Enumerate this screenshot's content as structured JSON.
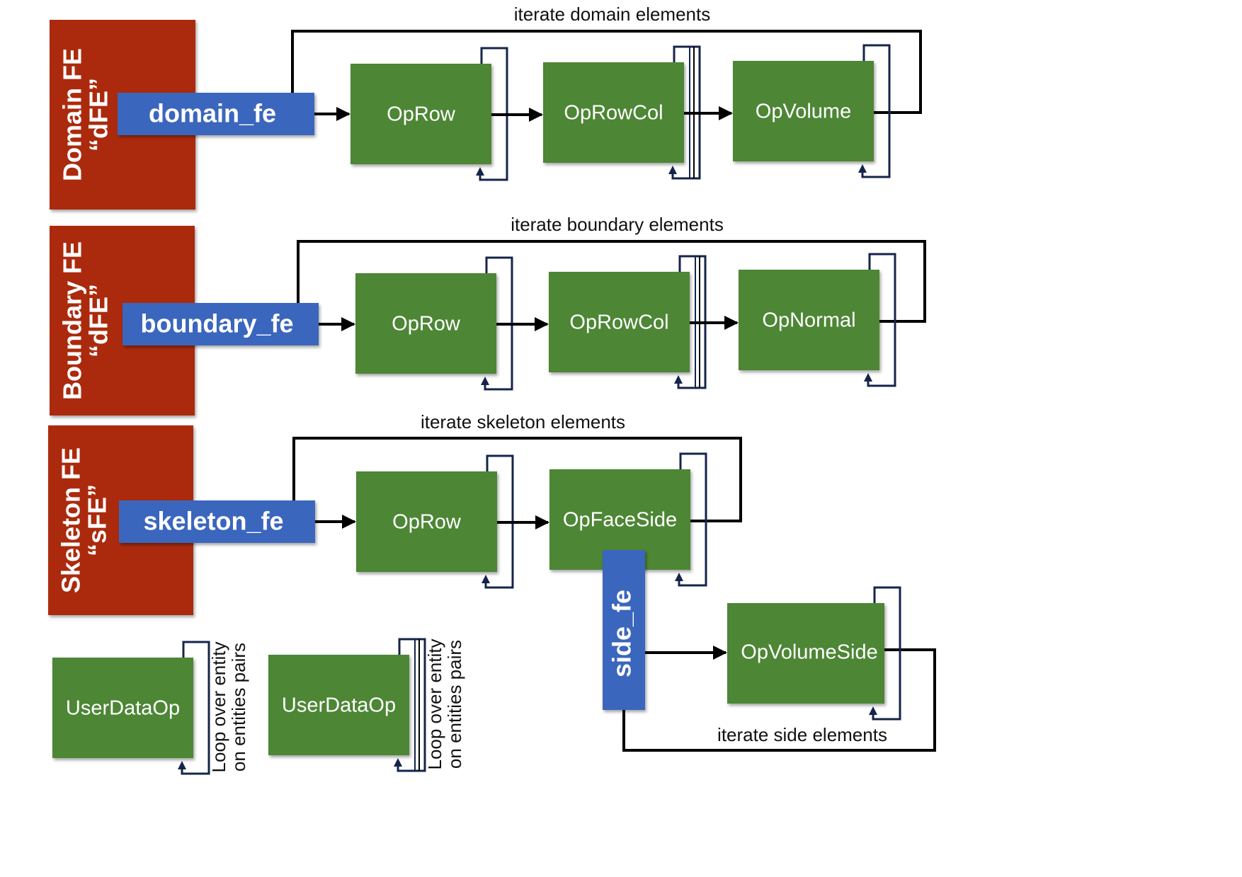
{
  "colors": {
    "fe_box": "#ab2a0b",
    "pipeline_box": "#3a66bd",
    "operator_box": "#4e8636",
    "loop_line": "#15244a",
    "flow_line": "#000000"
  },
  "rows": [
    {
      "id": "domain",
      "fe_title": "Domain FE",
      "fe_abbrev": "“dFE”",
      "pipeline": "domain_fe",
      "iterate_label": "iterate domain elements",
      "operators": [
        "OpRow",
        "OpRowCol",
        "OpVolume"
      ]
    },
    {
      "id": "boundary",
      "fe_title": "Boundary FE",
      "fe_abbrev": "“dFE”",
      "pipeline": "boundary_fe",
      "iterate_label": "iterate boundary elements",
      "operators": [
        "OpRow",
        "OpRowCol",
        "OpNormal"
      ]
    },
    {
      "id": "skeleton",
      "fe_title": "Skeleton FE",
      "fe_abbrev": "“sFE”",
      "pipeline": "skeleton_fe",
      "iterate_label": "iterate skeleton elements",
      "operators": [
        "OpRow",
        "OpFaceSide"
      ]
    }
  ],
  "side": {
    "pipeline": "side_fe",
    "operator": "OpVolumeSide",
    "iterate_label": "iterate side elements"
  },
  "legend": [
    {
      "operator": "UserDataOp",
      "note_line1": "Loop over entity",
      "note_line2": "on entities pairs",
      "loop_type": "single"
    },
    {
      "operator": "UserDataOp",
      "note_line1": "Loop over entity",
      "note_line2": "on entities pairs",
      "loop_type": "double"
    }
  ]
}
